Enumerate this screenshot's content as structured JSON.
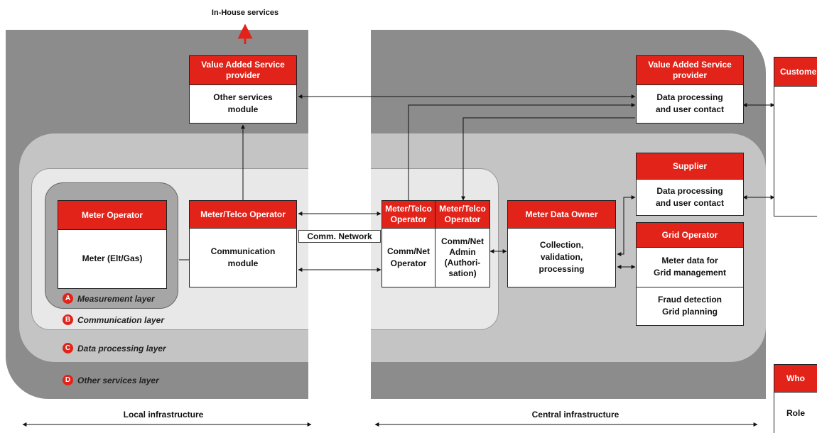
{
  "top_label": "In-House services",
  "comm_network_label": "Comm. Network",
  "local": {
    "vas_provider": {
      "header": "Value Added Service provider",
      "body": "Other services\nmodule"
    },
    "meter_operator": {
      "header": "Meter Operator",
      "body": "Meter (Elt/Gas)"
    },
    "meter_telco_operator": {
      "header": "Meter/Telco Operator",
      "body": "Communication\nmodule"
    }
  },
  "central": {
    "vas_provider": {
      "header": "Value Added Service provider",
      "body": "Data processing\nand user contact"
    },
    "telco_left": {
      "header": "Meter/Telco\nOperator",
      "body": "Comm/Net\nOperator"
    },
    "telco_right": {
      "header": "Meter/Telco\nOperator",
      "body": "Comm/Net\nAdmin\n(Authori-\nsation)"
    },
    "meter_data_owner": {
      "header": "Meter Data Owner",
      "body": "Collection,\nvalidation,\nprocessing"
    },
    "supplier": {
      "header": "Supplier",
      "body": "Data processing\nand user contact"
    },
    "grid_operator": {
      "header": "Grid Operator",
      "body1": "Meter data for\nGrid management",
      "body2": "Fraud detection\nGrid planning"
    }
  },
  "customer_header": "Custome",
  "layers": [
    {
      "letter": "A",
      "label": "Measurement layer"
    },
    {
      "letter": "B",
      "label": "Communication layer"
    },
    {
      "letter": "C",
      "label": "Data processing layer"
    },
    {
      "letter": "D",
      "label": "Other services layer"
    }
  ],
  "legend": {
    "who": "Who",
    "role": "Role"
  },
  "bottom": {
    "local": "Local infrastructure",
    "central": "Central infrastructure"
  },
  "colors": {
    "accent": "#e2231a",
    "layer_d": "#8c8c8c",
    "layer_c": "#c4c4c4",
    "layer_b": "#e8e8e8",
    "layer_a": "#a6a6a6"
  }
}
